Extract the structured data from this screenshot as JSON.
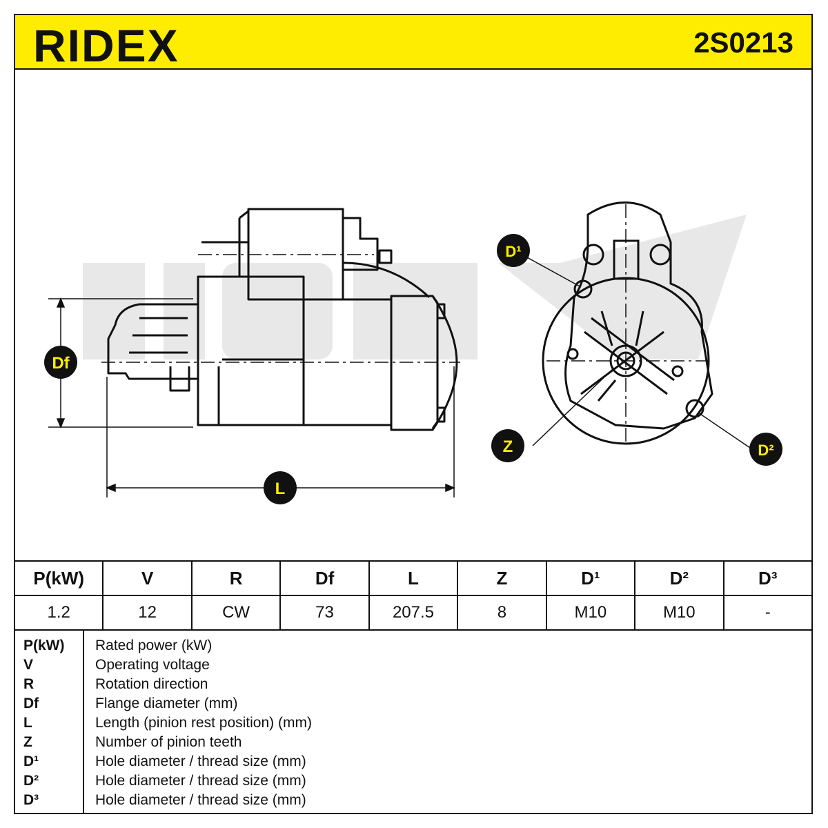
{
  "header": {
    "brand": "RIDEX",
    "part_number": "2S0213"
  },
  "callouts": {
    "df": "Df",
    "l": "L",
    "z": "Z",
    "d1": "D¹",
    "d2": "D²"
  },
  "spec_table": {
    "headers": [
      "P(kW)",
      "V",
      "R",
      "Df",
      "L",
      "Z",
      "D¹",
      "D²",
      "D³"
    ],
    "values": [
      "1.2",
      "12",
      "CW",
      "73",
      "207.5",
      "8",
      "M10",
      "M10",
      "-"
    ]
  },
  "legend": [
    {
      "key": "P(kW)",
      "desc": "Rated power (kW)"
    },
    {
      "key": "V",
      "desc": "Operating voltage"
    },
    {
      "key": "R",
      "desc": "Rotation direction"
    },
    {
      "key": "Df",
      "desc": "Flange diameter (mm)"
    },
    {
      "key": "L",
      "desc": "Length (pinion rest position) (mm)"
    },
    {
      "key": "Z",
      "desc": "Number of pinion teeth"
    },
    {
      "key": "D¹",
      "desc": "Hole diameter / thread size (mm)"
    },
    {
      "key": "D²",
      "desc": "Hole diameter / thread size (mm)"
    },
    {
      "key": "D³",
      "desc": "Hole diameter / thread size (mm)"
    }
  ],
  "colors": {
    "header_bg": "#ffed00",
    "callout_bg": "#111111",
    "callout_text": "#ffed00",
    "watermark": "#e6e6e6"
  }
}
